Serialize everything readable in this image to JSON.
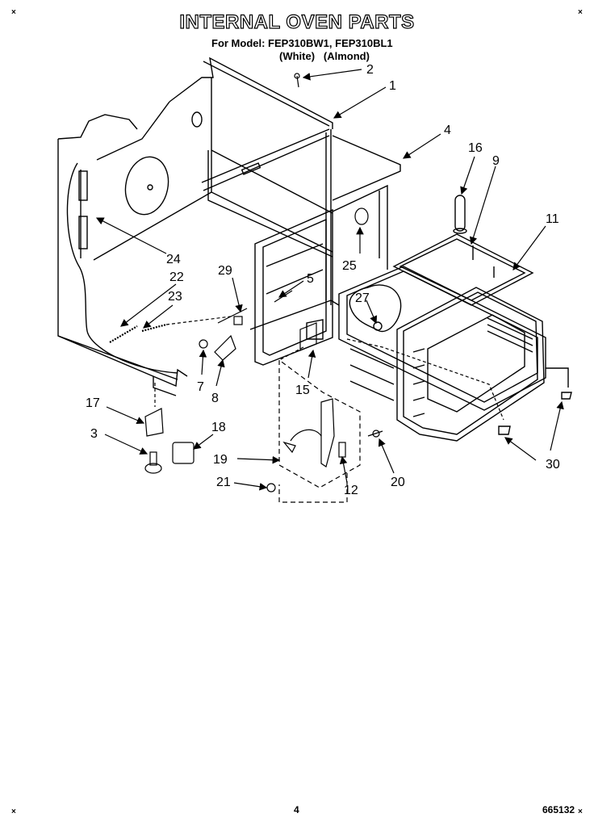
{
  "header": {
    "title": "INTERNAL OVEN PARTS",
    "models_line": "For Model: FEP310BW1, FEP310BL1",
    "colors_line": "(White)   (Almond)"
  },
  "footer": {
    "page_number": "4",
    "doc_number": "665132"
  },
  "corner_marks": {
    "top_left": "×",
    "top_right": "×",
    "bottom_left": "×",
    "bottom_right": "×"
  },
  "callouts": [
    "1",
    "2",
    "3",
    "4",
    "5",
    "7",
    "8",
    "9",
    "11",
    "12",
    "15",
    "16",
    "17",
    "18",
    "19",
    "20",
    "21",
    "22",
    "23",
    "24",
    "25",
    "27",
    "29",
    "30"
  ]
}
